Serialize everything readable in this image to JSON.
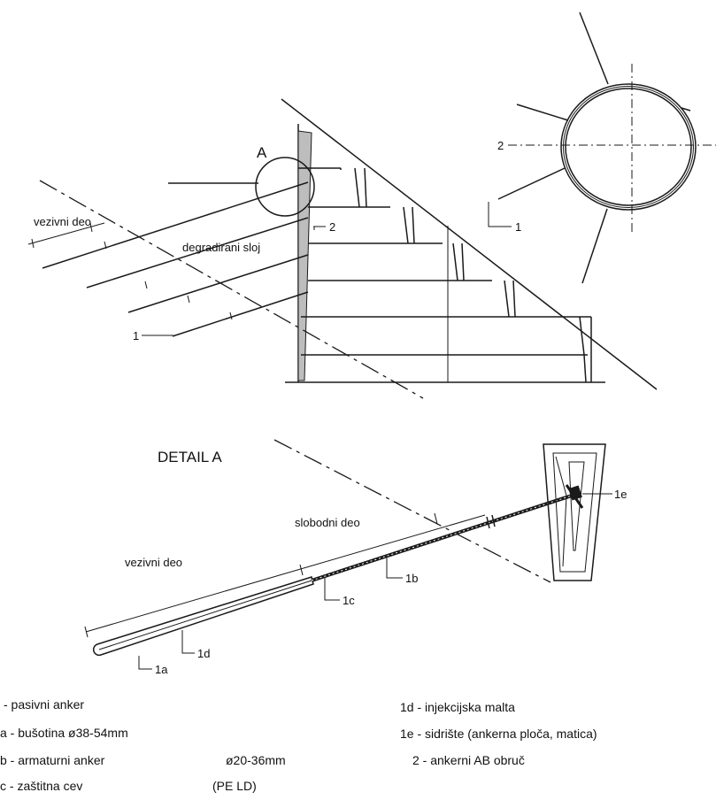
{
  "labels": {
    "top_vezivni": "vezivni deo",
    "degradirani": "degradirani sloj",
    "detail_marker": "A",
    "wall_callout": "2",
    "anchor_callout": "1",
    "ring_2": "2",
    "ring_1": "1",
    "detail_title": "DETAIL A",
    "slobodni": "slobodni deo",
    "detail_vezivni": "vezivni deo",
    "c1a": "1a",
    "c1b": "1b",
    "c1c": "1c",
    "c1d": "1d",
    "c1e": "1e"
  },
  "legend": {
    "l1": "-  pasivni anker",
    "l1a": "a -  bušotina   ø38-54mm",
    "l1b": "b -  armaturni anker",
    "l1b_dim": "ø20-36mm",
    "l1c": "c -  zaštitna cev",
    "l1c_dim": "(PE LD)",
    "l1d": "1d -  injekcijska malta",
    "l1e": "1e -  sidrište (ankerna ploča, matica)",
    "l2": "2 -  ankerni AB obruč"
  }
}
